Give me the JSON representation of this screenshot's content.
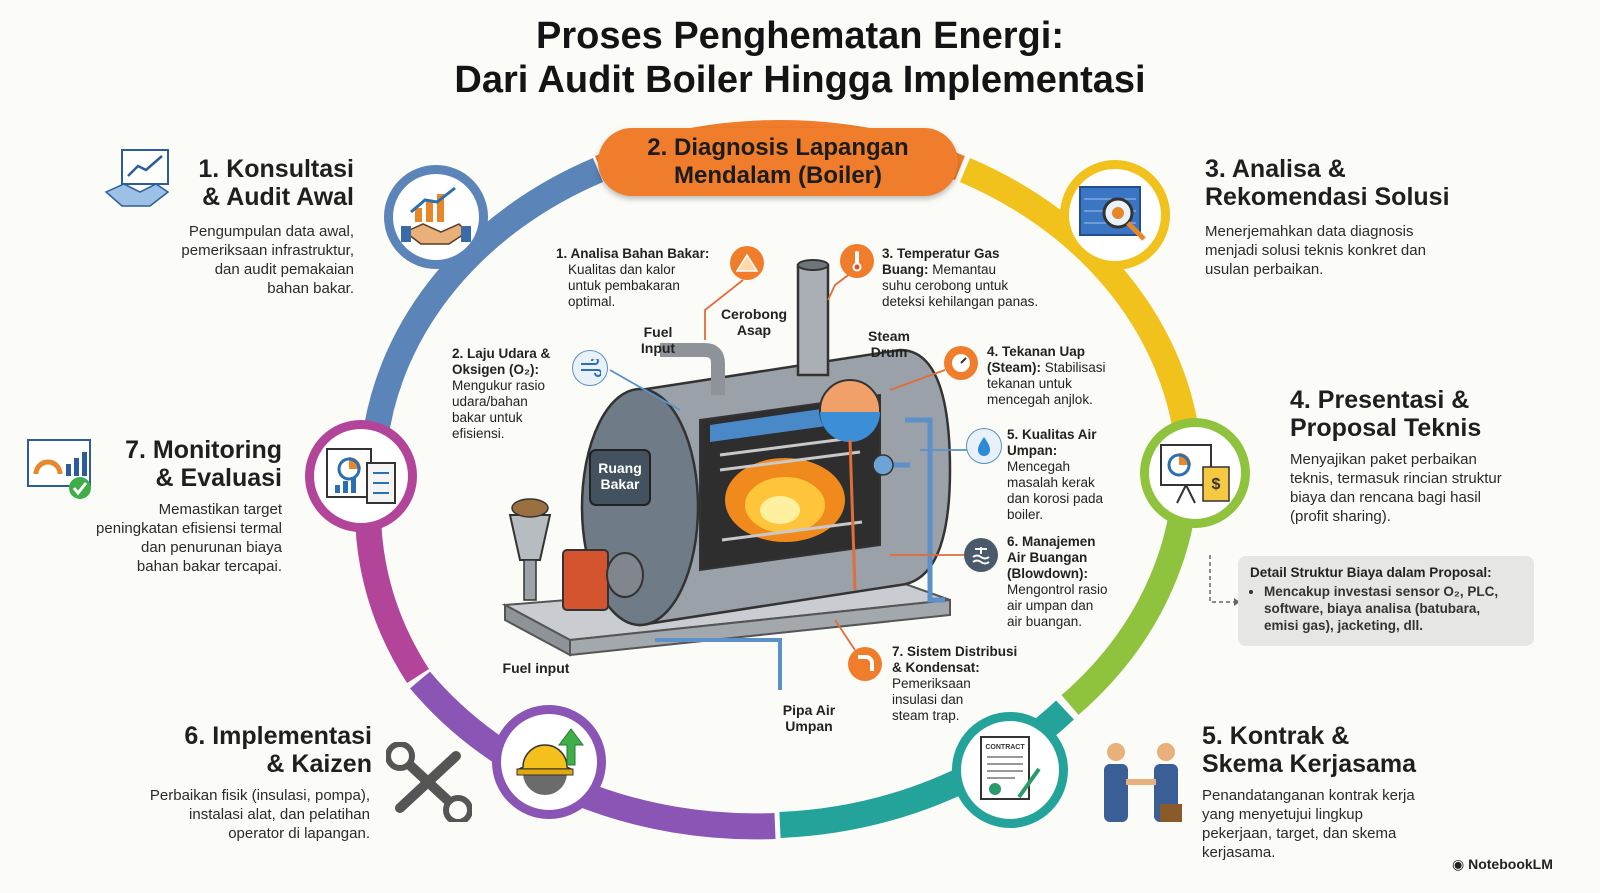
{
  "title": {
    "line1": "Proses Penghematan Energi:",
    "line2": "Dari Audit Boiler Hingga Implementasi"
  },
  "steps": [
    {
      "title_l1": "1. Konsultasi",
      "title_l2": "& Audit Awal",
      "desc": [
        "Pengumpulan data awal,",
        "pemeriksaan infrastruktur,",
        "dan audit pemakaian",
        "bahan bakar."
      ],
      "color": "#5b84b8"
    },
    {
      "title_l1": "2. Diagnosis Lapangan",
      "title_l2": "Mendalam (Boiler)",
      "color": "#ef7d2c"
    },
    {
      "title_l1": "3. Analisa &",
      "title_l2": "Rekomendasi Solusi",
      "desc": [
        "Menerjemahkan data diagnosis",
        "menjadi solusi teknis konkret dan",
        "usulan perbaikan."
      ],
      "color": "#f1c21b"
    },
    {
      "title_l1": "4. Presentasi &",
      "title_l2": "Proposal Teknis",
      "desc": [
        "Menyajikan paket perbaikan",
        "teknis, termasuk rincian struktur",
        "biaya dan rencana bagi hasil",
        "(profit sharing)."
      ],
      "color": "#8fc33e"
    },
    {
      "title_l1": "5. Kontrak &",
      "title_l2": "Skema Kerjasama",
      "desc": [
        "Penandatanganan kontrak kerja",
        "yang menyetujui lingkup",
        "pekerjaan, target, dan skema",
        "kerjasama."
      ],
      "color": "#23a39a"
    },
    {
      "title_l1": "6. Implementasi",
      "title_l2": "& Kaizen",
      "desc": [
        "Perbaikan fisik (insulasi, pompa),",
        "instalasi alat, dan pelatihan",
        "operator di lapangan."
      ],
      "color": "#8a55b5"
    },
    {
      "title_l1": "7. Monitoring",
      "title_l2": "& Evaluasi",
      "desc": [
        "Memastikan target",
        "peningkatan efisiensi termal",
        "dan penurunan biaya",
        "bahan bakar tercapai."
      ],
      "color": "#b2449a"
    }
  ],
  "cost_box": {
    "title": "Detail Struktur Biaya dalam Proposal:",
    "lines": [
      "Mencakup investasi sensor O₂, PLC,",
      "software, biaya analisa (batubara,",
      "emisi gas), jacketing, dll."
    ]
  },
  "callouts": [
    {
      "title": "1. Analisa Bahan Bakar:",
      "lines": [
        "Kualitas dan kalor",
        "untuk pembakaran",
        "optimal."
      ]
    },
    {
      "title": "2. Laju Udara &",
      "title2": "Oksigen (O₂):",
      "lines": [
        "Mengukur rasio",
        "udara/bahan",
        "bakar untuk",
        "efisiensi."
      ]
    },
    {
      "title": "3. Temperatur Gas",
      "title2": "Buang:",
      "lines": [
        "Memantau",
        "suhu cerobong untuk",
        "deteksi kehilangan panas."
      ]
    },
    {
      "title": "4. Tekanan Uap",
      "title2": "(Steam):",
      "lines": [
        "Stabilisasi",
        "tekanan untuk",
        "mencegah anjlok."
      ]
    },
    {
      "title": "5. Kualitas Air",
      "title2": "Umpan:",
      "lines": [
        "Mencegah",
        "masalah kerak",
        "dan korosi pada",
        "boiler."
      ]
    },
    {
      "title": "6. Manajemen",
      "title2": "Air Buangan",
      "title3": "(Blowdown):",
      "lines": [
        "Mengontrol rasio",
        "air umpan dan",
        "air buangan."
      ]
    },
    {
      "title": "7. Sistem Distribusi",
      "title2": "& Kondensat:",
      "lines": [
        "Pemeriksaan",
        "insulasi dan",
        "steam trap."
      ]
    }
  ],
  "labels": {
    "fuel_input_top_l1": "Fuel",
    "fuel_input_top_l2": "Input",
    "cerobong_l1": "Cerobong",
    "cerobong_l2": "Asap",
    "steam_drum_l1": "Steam",
    "steam_drum_l2": "Drum",
    "ruang_bakar_l1": "Ruang",
    "ruang_bakar_l2": "Bakar",
    "fuel_input_bottom": "Fuel input",
    "pipa_air_l1": "Pipa Air",
    "pipa_air_l2": "Umpan",
    "contract_doc": "CONTRACT"
  },
  "brand": "NotebookLM"
}
